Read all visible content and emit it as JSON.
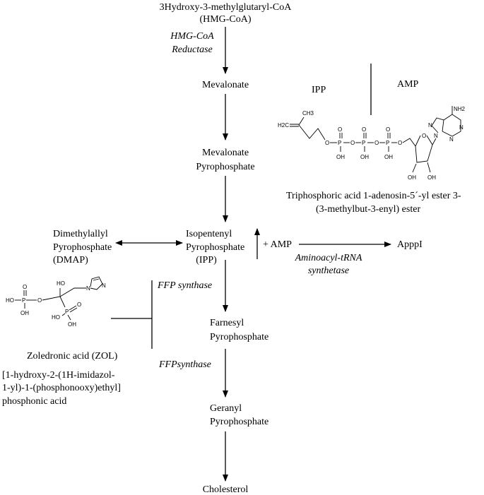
{
  "pathway": {
    "hmg_coa_line1": "3Hydroxy-3-methylglutaryl-CoA",
    "hmg_coa_line2": "(HMG-CoA)",
    "enzyme_hmg_reductase_line1": "HMG-CoA",
    "enzyme_hmg_reductase_line2": "Reductase",
    "mevalonate": "Mevalonate",
    "mevalonate_pp_line1": "Mevalonate",
    "mevalonate_pp_line2": "Pyrophosphate",
    "ipp_line1": "Isopentenyl",
    "ipp_line2": "Pyrophosphate",
    "ipp_line3": "(IPP)",
    "dmap_line1": "Dimethylallyl",
    "dmap_line2": "Pyrophosphate",
    "dmap_line3": "(DMAP)",
    "plus_amp": "+ AMP",
    "apppi": "ApppI",
    "enzyme_aminoacyl_line1": "Aminoacyl-tRNA",
    "enzyme_aminoacyl_line2": "synthetase",
    "enzyme_ffp_1": "FFP synthase",
    "farnesyl_line1": "Farnesyl",
    "farnesyl_line2": "Pyrophosphate",
    "enzyme_ffp_2": "FFPsynthase",
    "geranyl_line1": "Geranyl",
    "geranyl_line2": "Pyrophosphate",
    "cholesterol": "Cholesterol"
  },
  "apppi_structure": {
    "ipp_label": "IPP",
    "amp_label": "AMP",
    "caption_line1": "Triphosphoric acid 1-adenosin-5´-yl ester 3-",
    "caption_line2": "(3-methylbut-3-enyl) ester",
    "atoms": {
      "ch3": "CH3",
      "h2c": "H2C",
      "o": "O",
      "p": "P",
      "oh": "OH",
      "nh2": "NH2",
      "n": "N"
    }
  },
  "zol_structure": {
    "name": "Zoledronic acid (ZOL)",
    "iupac_line1": "[1-hydroxy-2-(1H-imidazol-",
    "iupac_line2": "1-yl)-1-(phosphonooxy)ethyl]",
    "iupac_line3": "phosphonic acid",
    "atoms": {
      "o": "O",
      "p": "P",
      "ho": "HO",
      "oh": "OH",
      "n": "N"
    }
  }
}
